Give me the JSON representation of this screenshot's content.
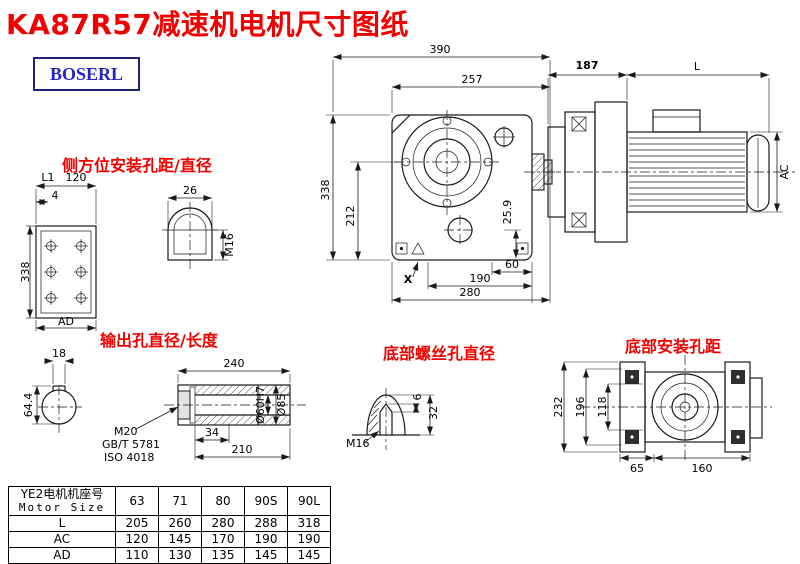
{
  "title": "KA87R57减速机电机尺寸图纸",
  "brand": "BOSERL",
  "section_labels": {
    "side_mount": "侧方位安装孔距/直径",
    "output_hole": "输出孔直径/长度",
    "bottom_screw": "底部螺丝孔直径",
    "bottom_mount": "底部安装孔距"
  },
  "main_view": {
    "w390": "390",
    "w257": "257",
    "h338": "338",
    "h212": "212",
    "h25_9": "25.9",
    "w60": "60",
    "w190": "190",
    "w280": "280",
    "x_mark": "X"
  },
  "motor_view": {
    "w187": "187",
    "len_l": "L",
    "dia_ac": "AC"
  },
  "side_view": {
    "l1": "L1",
    "w120": "120",
    "w4": "4",
    "h338": "338",
    "ad": "AD",
    "w26": "26",
    "m16": "M16"
  },
  "output_view": {
    "w18": "18",
    "h64_4": "64.4",
    "w240": "240",
    "m20": "M20",
    "std_gb": "GB/T 5781",
    "std_iso": "ISO 4018",
    "w34": "34",
    "w210": "210",
    "dia60": "Ø60H7",
    "dia85": "Ø85"
  },
  "screw_view": {
    "h32": "32",
    "h6": "6",
    "m16": "M16"
  },
  "bottom_view": {
    "h232": "232",
    "h196": "196",
    "h118": "118",
    "w65": "65",
    "w160": "160"
  },
  "table": {
    "header_line1": "YE2电机机座号",
    "header_line2": "Motor Size",
    "sizes": [
      "63",
      "71",
      "80",
      "90S",
      "90L"
    ],
    "rows": [
      {
        "label": "L",
        "values": [
          "205",
          "260",
          "280",
          "288",
          "318"
        ]
      },
      {
        "label": "AC",
        "values": [
          "120",
          "145",
          "170",
          "190",
          "190"
        ]
      },
      {
        "label": "AD",
        "values": [
          "110",
          "130",
          "135",
          "145",
          "145"
        ]
      }
    ]
  },
  "colors": {
    "accent_red": "#f20000",
    "brand_blue": "#2424c4",
    "line": "#1a1a1a"
  }
}
